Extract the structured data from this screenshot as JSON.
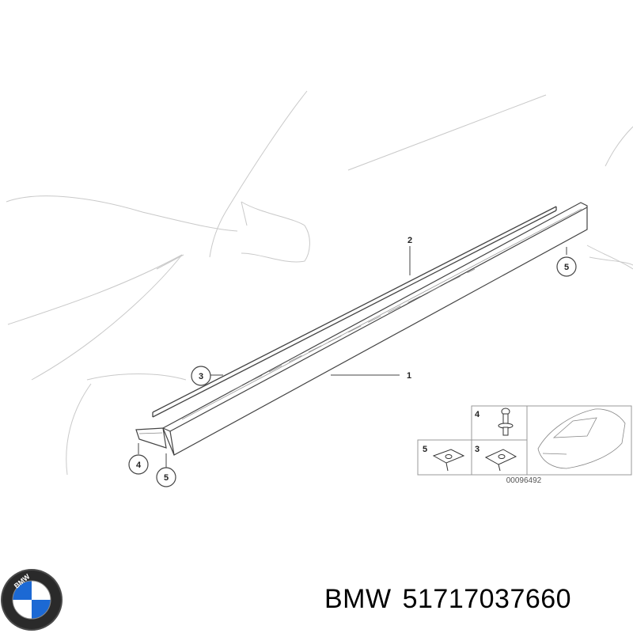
{
  "diagram": {
    "callouts": [
      {
        "id": "1",
        "label": "1"
      },
      {
        "id": "2",
        "label": "2"
      },
      {
        "id": "3",
        "label": "3"
      },
      {
        "id": "4",
        "label": "4"
      },
      {
        "id": "5a",
        "label": "5"
      },
      {
        "id": "5b",
        "label": "5"
      }
    ],
    "inset": {
      "items": [
        {
          "id": "4",
          "label": "4"
        },
        {
          "id": "5",
          "label": "5"
        },
        {
          "id": "3",
          "label": "3"
        }
      ],
      "diagram_id": "00096492"
    }
  },
  "brand": {
    "logo_letters": "BMW",
    "name": "BMW",
    "part_number": "51717037660"
  }
}
